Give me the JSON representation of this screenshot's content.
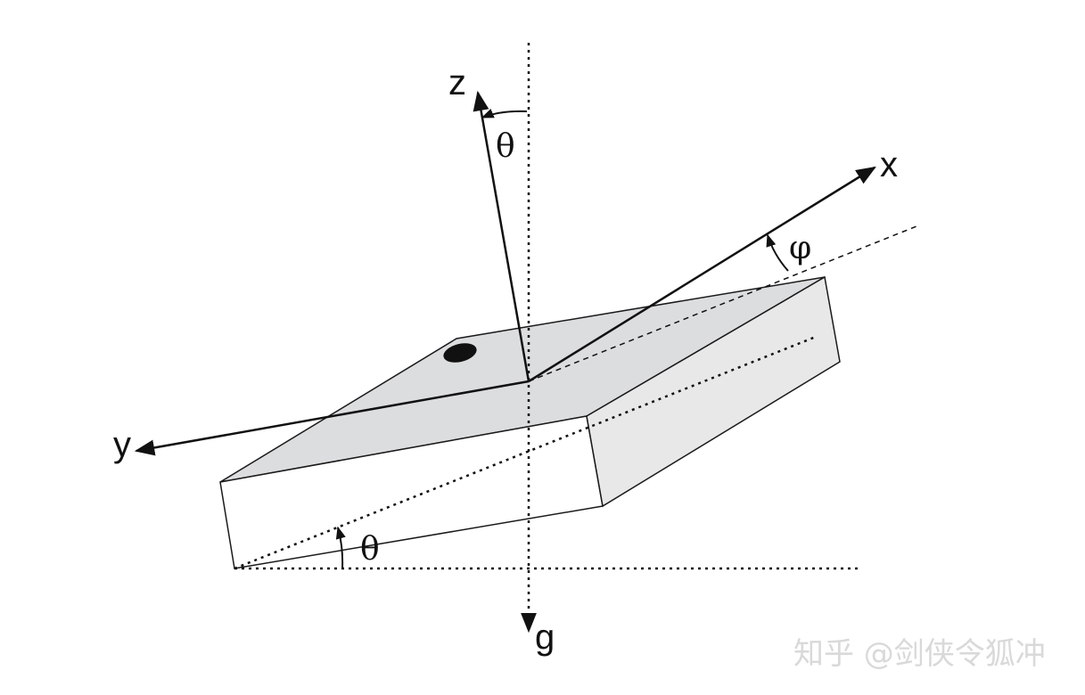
{
  "labels": {
    "z_axis": "z",
    "x_axis": "x",
    "y_axis": "y",
    "gravity": "g",
    "theta_top": "θ",
    "theta_bottom": "θ",
    "phi": "φ"
  },
  "watermark": "知乎 @剑侠令狐冲",
  "colors": {
    "top_face": "#dcdddf",
    "front_face": "#ffffff",
    "side_face": "#e8e8e8",
    "stroke": "#1a1a1a",
    "dot": "#111111"
  }
}
